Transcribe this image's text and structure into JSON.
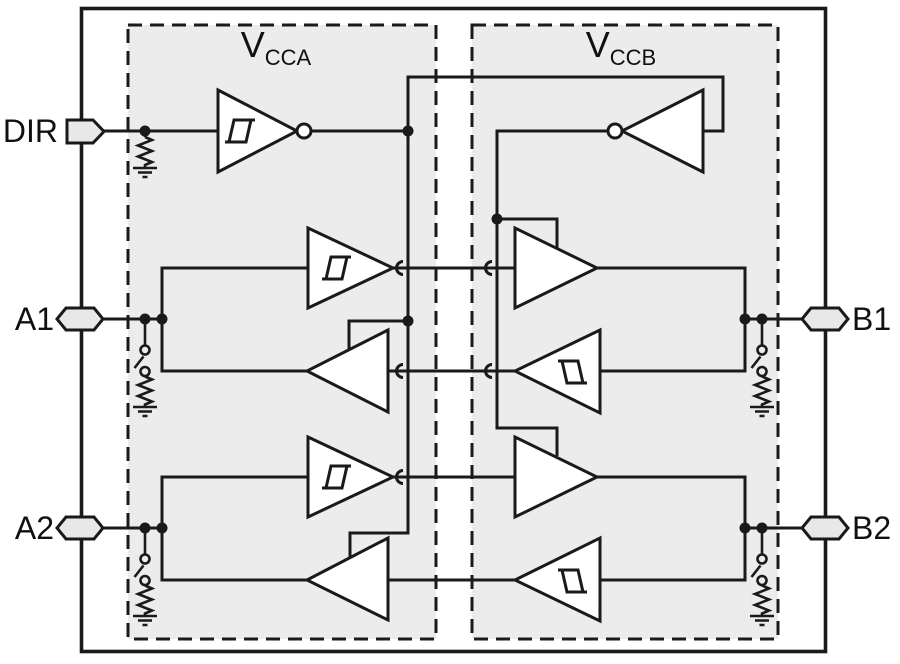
{
  "diagram": {
    "pins": {
      "dir": "DIR",
      "a1": "A1",
      "a2": "A2",
      "b1": "B1",
      "b2": "B2"
    },
    "domains": {
      "vcca": {
        "base": "V",
        "sub": "CCA"
      },
      "vccb": {
        "base": "V",
        "sub": "CCB"
      }
    },
    "colors": {
      "line": "#1a1a1a",
      "domain_fill": "#ececec",
      "pin_fill": "#e8e8e8",
      "background": "#ffffff"
    }
  }
}
